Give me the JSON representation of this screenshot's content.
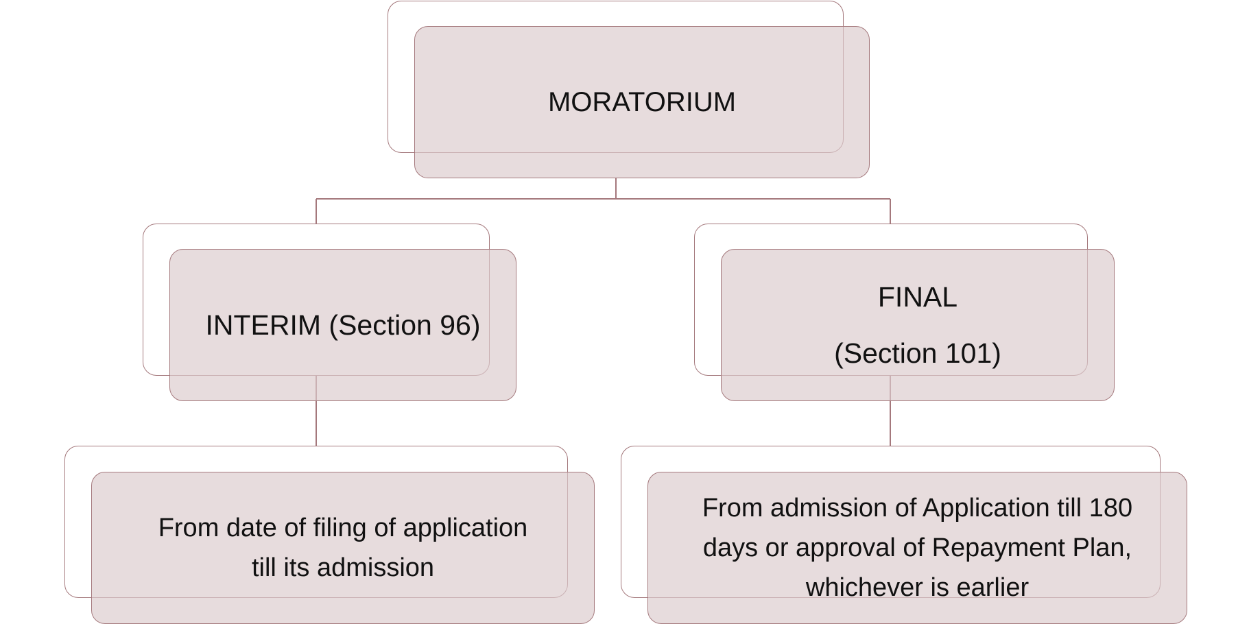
{
  "diagram": {
    "root": {
      "label": "MORATORIUM"
    },
    "interim": {
      "label": "INTERIM (Section 96)"
    },
    "final": {
      "label": "FINAL\n(Section 101)"
    },
    "interim_detail": {
      "label": "From date of filing of application\ntill its admission"
    },
    "final_detail": {
      "label": "From admission of Application till 180\ndays or approval of Repayment Plan,\nwhichever is earlier"
    }
  },
  "colors": {
    "border": "#a4787c",
    "box_fill": "#e6dcdd",
    "text": "#111111"
  }
}
